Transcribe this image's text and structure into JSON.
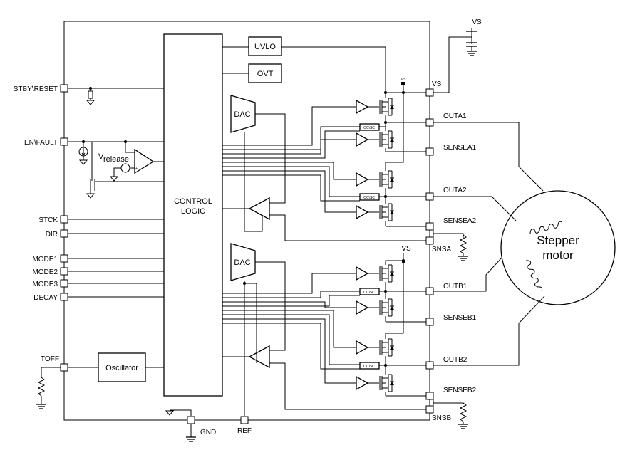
{
  "pins_left": {
    "stby_reset": "STBY\\RESET",
    "en_fault": "EN\\FAULT",
    "stck": "STCK",
    "dir": "DIR",
    "mode1": "MODE1",
    "mode2": "MODE2",
    "mode3": "MODE3",
    "decay": "DECAY",
    "toff": "TOFF"
  },
  "pins_bottom": {
    "gnd": "GND",
    "ref": "REF"
  },
  "pins_right": {
    "vs": "VS",
    "outa1": "OUTA1",
    "sensea1": "SENSEA1",
    "outa2": "OUTA2",
    "sensea2": "SENSEA2",
    "snsa": "SNSA",
    "outb1": "OUTB1",
    "senseb1": "SENSEB1",
    "outb2": "OUTB2",
    "senseb2": "SENSEB2",
    "snsb": "SNSB"
  },
  "blocks": {
    "uvlo": "UVLO",
    "ovt": "OVT",
    "dac": "DAC",
    "control_logic_1": "CONTROL",
    "control_logic_2": "LOGIC",
    "oscillator": "Oscillator",
    "vrelease_main": "V",
    "vrelease_sub": "release",
    "ocsc": "OC\\SC"
  },
  "supply": {
    "vs_top": "VS",
    "vs_small": "VS",
    "vs_mid": "VS"
  },
  "motor": {
    "line1": "Stepper",
    "line2": "motor"
  }
}
